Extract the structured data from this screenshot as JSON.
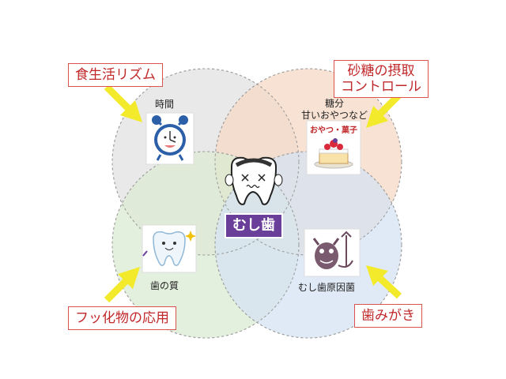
{
  "factors": {
    "rhythm": "食生活リズム",
    "sugar_line1": "砂糖の摂取",
    "sugar_line2": "コントロール",
    "fluoride": "フッ化物の応用",
    "brushing": "歯みがき"
  },
  "circles": {
    "time": "時間",
    "sugar_line1": "糖分",
    "sugar_line2": "甘いおやつなど",
    "tooth": "歯の質",
    "bacteria": "むし歯原因菌"
  },
  "center_label": "むし歯",
  "snack_tag": "おやつ・菓子",
  "colors": {
    "circle_time": "#e6e6e6",
    "circle_sugar": "#f6d9c6",
    "circle_tooth": "#dcecd3",
    "circle_bacteria": "#d6e3f3",
    "arrow": "#f2ea2a",
    "label_border": "#d9534f",
    "label_text": "#c0282a",
    "center_badge": "#6a3f99"
  },
  "icons": [
    "alarm-clock-icon",
    "strawberry-cake-icon",
    "tooth-character-icon",
    "devil-germ-icon",
    "worried-tooth-icon"
  ]
}
